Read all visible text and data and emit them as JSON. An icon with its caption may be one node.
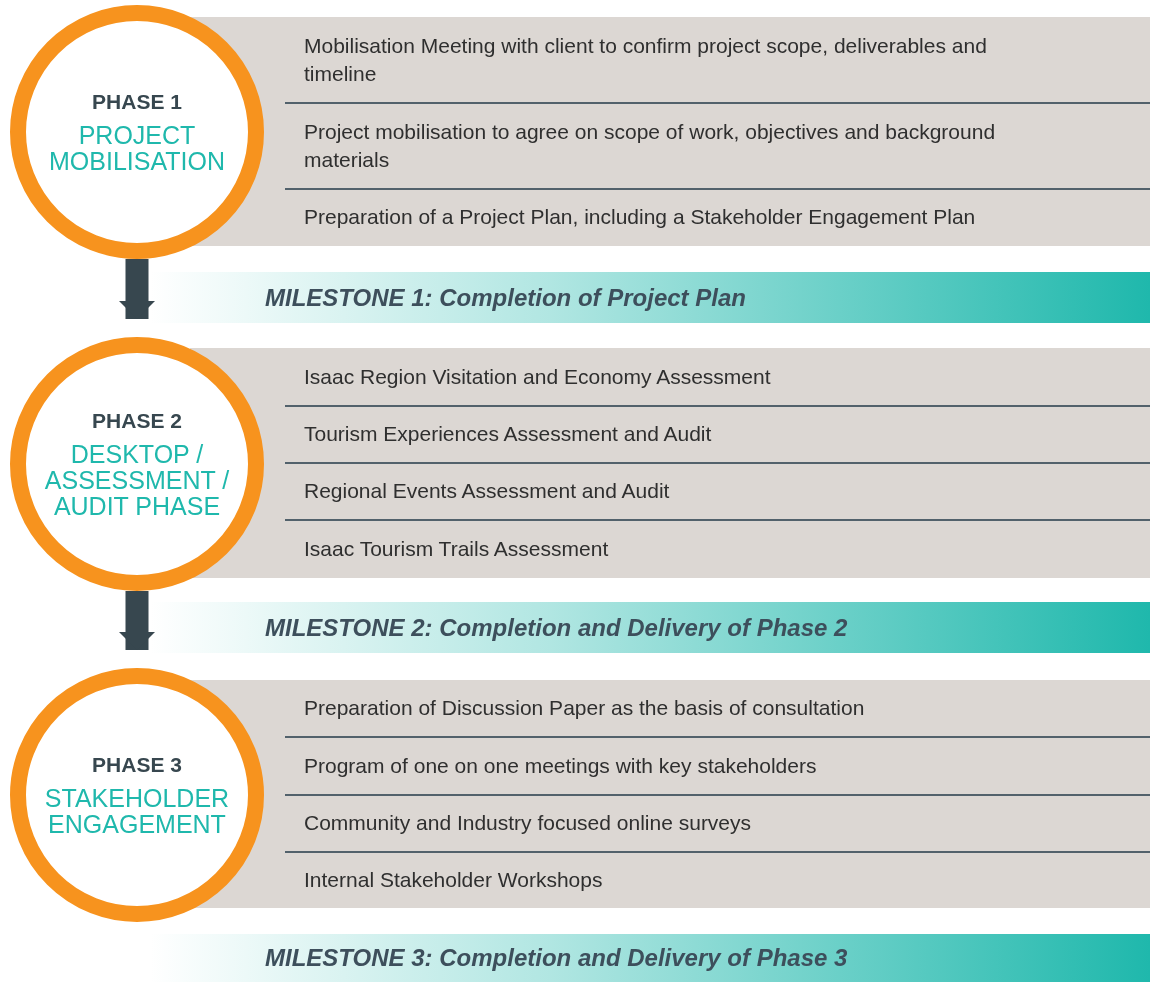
{
  "diagram": {
    "nodes": [
      {
        "text": [
          "PHASE 1",
          "PROJECT MOBILISATION"
        ]
      },
      {
        "text": [
          "Mobilisation Meeting with client to confirm project scope, deliverables and timeline"
        ]
      },
      {
        "text": [
          "Project mobilisation to agree on scope of work, objectives and background materials"
        ]
      },
      {
        "text": [
          "Preparation of a Project Plan, including a Stakeholder Engagement Plan"
        ]
      },
      {
        "text": [
          "MILESTONE 1: Completion of Project Plan"
        ]
      },
      {
        "text": [
          "PHASE 2",
          "DESKTOP / ASSESSMENT / AUDIT PHASE"
        ]
      },
      {
        "text": [
          "Isaac Region Visitation and Economy Assessment"
        ]
      },
      {
        "text": [
          "Tourism Experiences Assessment and Audit"
        ]
      },
      {
        "text": [
          "Regional Events Assessment and Audit"
        ]
      },
      {
        "text": [
          "Isaac Tourism Trails Assessment"
        ]
      },
      {
        "text": [
          "MILESTONE 2: Completion and Delivery of Phase 2"
        ]
      },
      {
        "text": [
          "PHASE 3",
          "STAKEHOLDER ENGAGEMENT"
        ]
      },
      {
        "text": [
          "Preparation of Discussion Paper as the basis of consultation"
        ]
      },
      {
        "text": [
          "Program of one on one meetings with key stakeholders"
        ]
      },
      {
        "text": [
          "Community and Industry focused online surveys"
        ]
      },
      {
        "text": [
          "Internal Stakeholder Workshops"
        ]
      },
      {
        "text": [
          "MILESTONE 3: Completion and Delivery of Phase 3"
        ]
      }
    ],
    "edges": [
      {
        "from": 0,
        "to": 5,
        "arrow": "to"
      },
      {
        "from": 5,
        "to": 11,
        "arrow": "to"
      }
    ]
  }
}
